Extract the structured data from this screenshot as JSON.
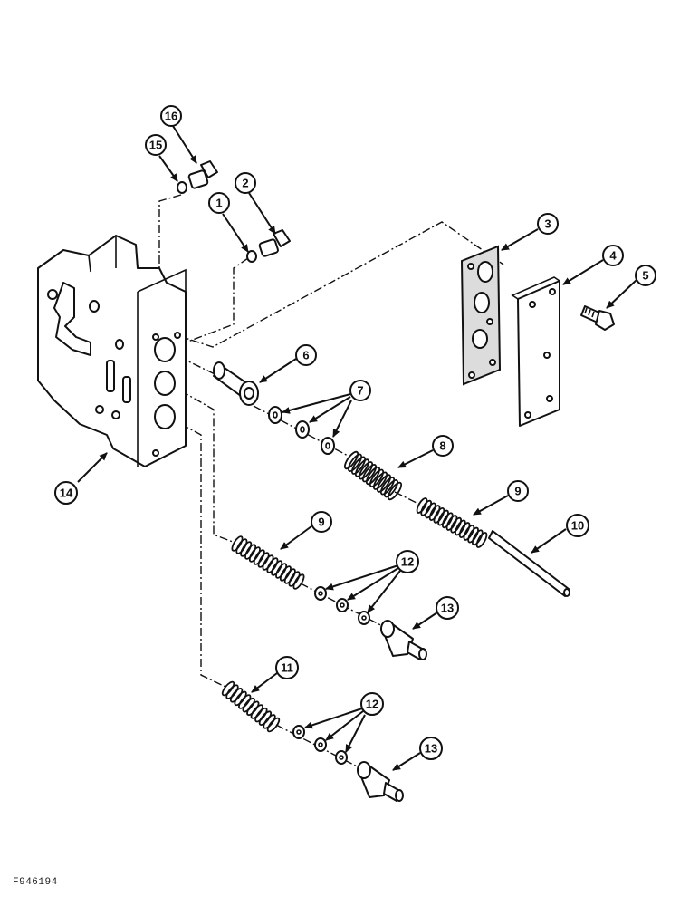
{
  "figure_id": "F946194",
  "callouts": {
    "c1": "1",
    "c2": "2",
    "c3": "3",
    "c4": "4",
    "c5": "5",
    "c6": "6",
    "c7": "7",
    "c8": "8",
    "c9a": "9",
    "c9b": "9",
    "c10": "10",
    "c11": "11",
    "c12a": "12",
    "c12b": "12",
    "c13a": "13",
    "c13b": "13",
    "c14": "14",
    "c15": "15",
    "c16": "16"
  }
}
